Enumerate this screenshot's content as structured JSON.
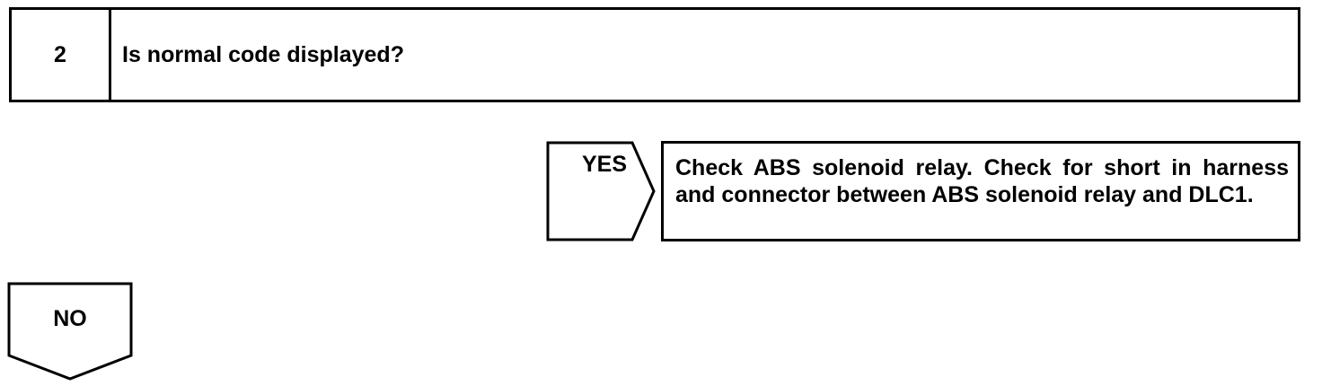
{
  "step": {
    "number": "2",
    "question": "Is normal code displayed?"
  },
  "yes_branch": {
    "label": "YES",
    "result": "Check ABS solenoid relay. Check for short in harness and connector between ABS solenoid relay and DLC1."
  },
  "no_branch": {
    "label": "NO"
  }
}
